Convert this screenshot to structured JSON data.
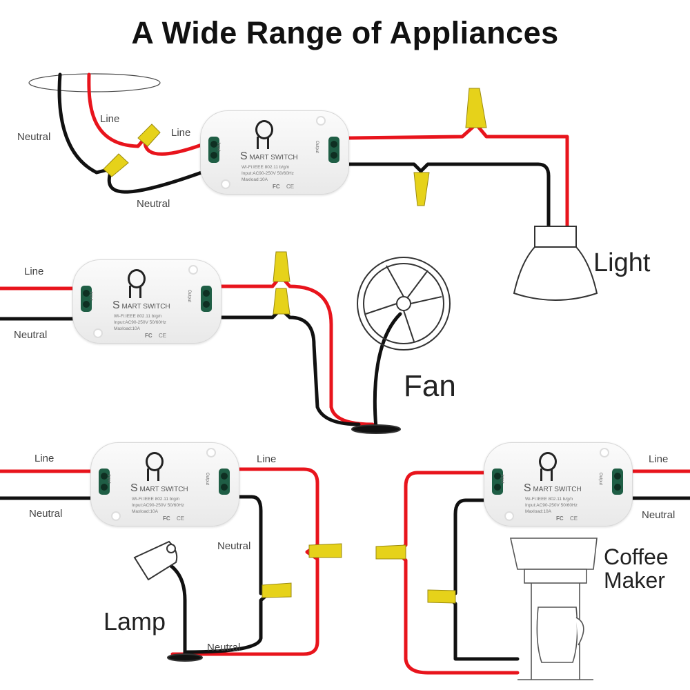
{
  "title": "A Wide Range of Appliances",
  "switch": {
    "brand_initial": "S",
    "brand_rest": "MART SWITCH",
    "spec_lines": [
      "Wi-Fi:IEEE 802.11 b/g/n",
      "Input:AC90-250V 50/60Hz",
      "Maxload:10A"
    ],
    "input_label": "Input",
    "output_label": "Output",
    "fc_mark": "FC",
    "ce_mark": "CE"
  },
  "sections": {
    "light": {
      "line_in": "Line",
      "neutral_in": "Neutral",
      "line_out": "Line",
      "neutral_out": "Neutral",
      "appliance": "Light"
    },
    "fan": {
      "line": "Line",
      "neutral": "Neutral",
      "appliance": "Fan"
    },
    "lamp": {
      "line": "Line",
      "neutral": "Neutral",
      "line_out": "Line",
      "neutral_out": "Neutral",
      "neutral_bottom": "Neutral",
      "appliance": "Lamp"
    },
    "coffee": {
      "line": "Line",
      "neutral": "Neutral",
      "appliance_line1": "Coffee",
      "appliance_line2": "Maker"
    }
  },
  "colors": {
    "line_wire": "#e8141c",
    "neutral_wire": "#111111",
    "wire_nut": "#e6d21a"
  }
}
